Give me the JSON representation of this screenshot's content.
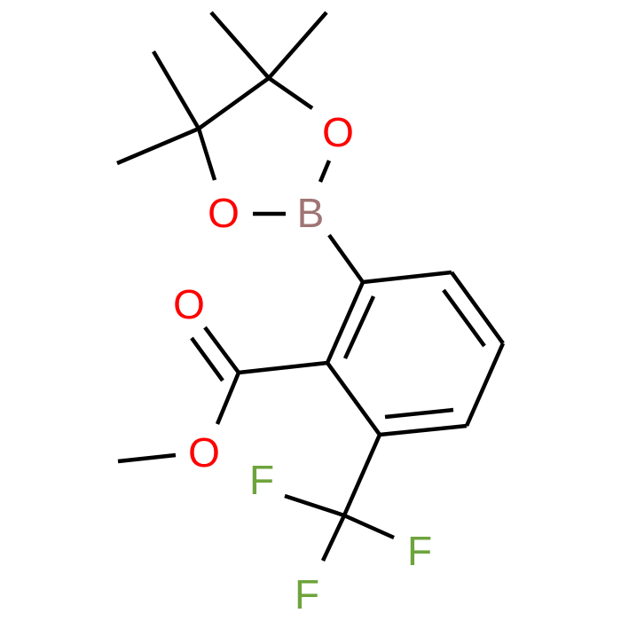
{
  "molecule": {
    "atom_colors": {
      "O": "#ff0000",
      "B": "#a07474",
      "F": "#6ea43c",
      "bond": "#000000"
    },
    "labels": {
      "o_ring_top": "O",
      "o_ring_left": "O",
      "boron": "B",
      "o_carbonyl": "O",
      "o_ester": "O",
      "f_top": "F",
      "f_right": "F",
      "f_bottom": "F"
    }
  }
}
